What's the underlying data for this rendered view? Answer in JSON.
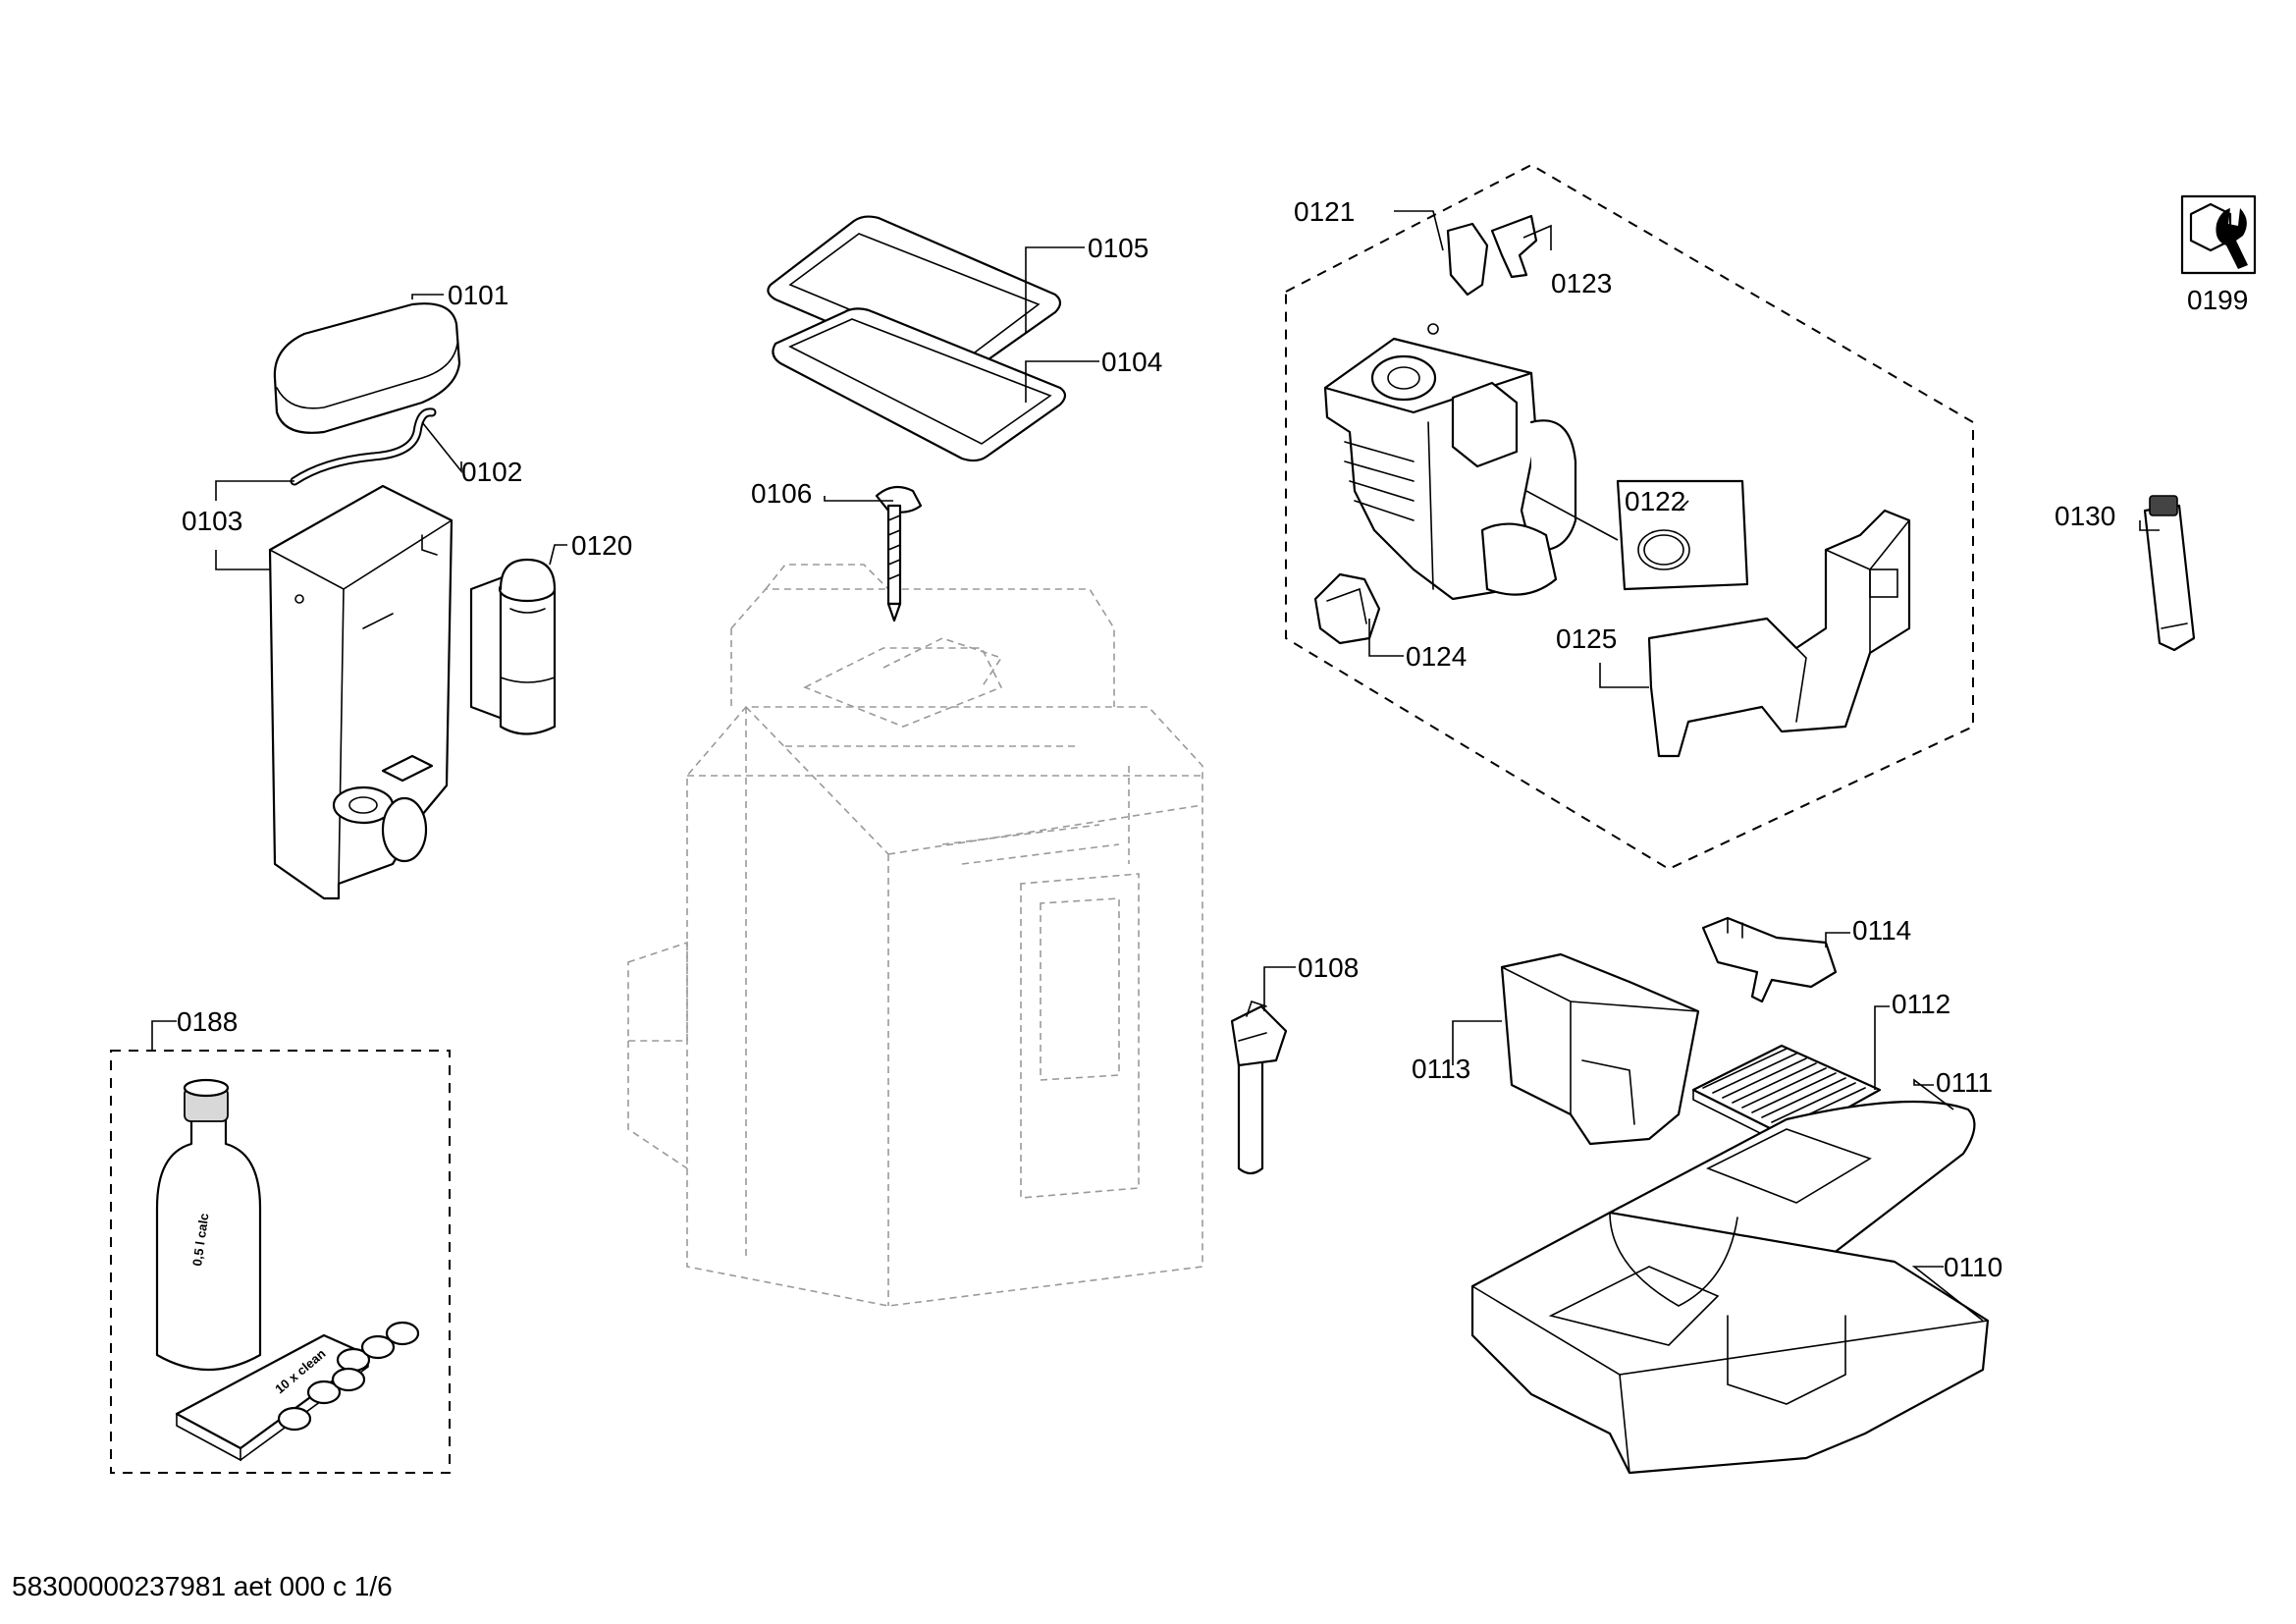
{
  "diagram": {
    "parts": [
      {
        "id": "0101"
      },
      {
        "id": "0102"
      },
      {
        "id": "0103"
      },
      {
        "id": "0104"
      },
      {
        "id": "0105"
      },
      {
        "id": "0106"
      },
      {
        "id": "0108"
      },
      {
        "id": "0110"
      },
      {
        "id": "0111"
      },
      {
        "id": "0112"
      },
      {
        "id": "0113"
      },
      {
        "id": "0114"
      },
      {
        "id": "0120"
      },
      {
        "id": "0121"
      },
      {
        "id": "0122"
      },
      {
        "id": "0123"
      },
      {
        "id": "0124"
      },
      {
        "id": "0125"
      },
      {
        "id": "0130"
      },
      {
        "id": "0188"
      },
      {
        "id": "0199"
      }
    ],
    "bottle_label": "0,5 l calc",
    "pack_label": "10 x clean"
  },
  "footer": {
    "document_code": "58300000237981 aet 000 c 1/6"
  }
}
